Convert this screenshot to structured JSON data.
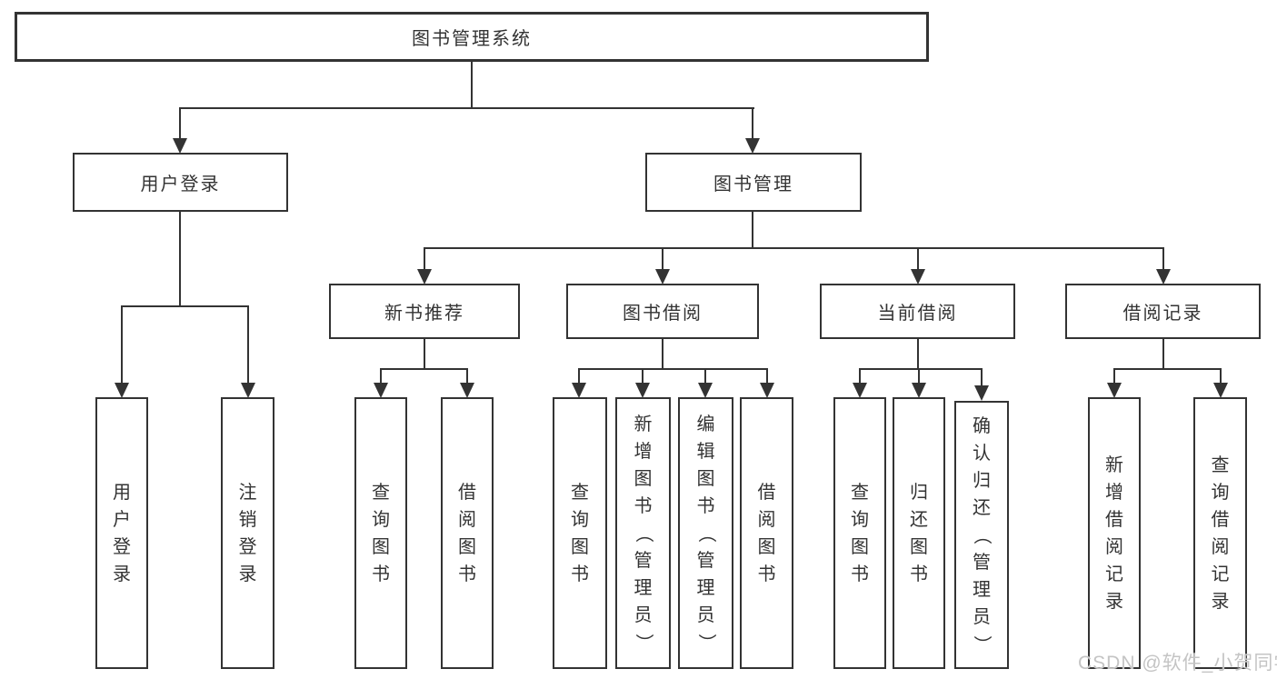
{
  "tree": {
    "root_label": "图书管理系统",
    "branches": [
      {
        "label": "用户登录",
        "children": [
          {
            "label": "用户登录"
          },
          {
            "label": "注销登录"
          }
        ]
      },
      {
        "label": "图书管理",
        "children": [
          {
            "label": "新书推荐",
            "children": [
              {
                "label": "查询图书"
              },
              {
                "label": "借阅图书"
              }
            ]
          },
          {
            "label": "图书借阅",
            "children": [
              {
                "label": "查询图书"
              },
              {
                "label": "新增图书（管理员）"
              },
              {
                "label": "编辑图书（管理员）"
              },
              {
                "label": "借阅图书"
              }
            ]
          },
          {
            "label": "当前借阅",
            "children": [
              {
                "label": "查询图书"
              },
              {
                "label": "归还图书"
              },
              {
                "label": "确认归还（管理员）"
              }
            ]
          },
          {
            "label": "借阅记录",
            "children": [
              {
                "label": "新增借阅记录"
              },
              {
                "label": "查询借阅记录"
              }
            ]
          }
        ]
      }
    ]
  },
  "watermark": {
    "text": "CSDN @软件_小贺同学"
  },
  "colors": {
    "line": "#333333",
    "box_border": "#333333",
    "text": "#333333",
    "background": "#ffffff",
    "watermark": "#c4c4c4"
  }
}
